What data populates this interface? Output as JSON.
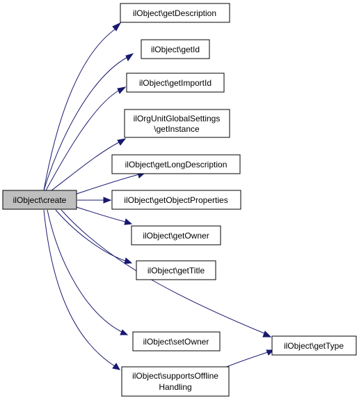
{
  "graph": {
    "root": {
      "label": "ilObject\\create"
    },
    "nodes": {
      "getDescription": "ilObject\\getDescription",
      "getId": "ilObject\\getId",
      "getImportId": "ilObject\\getImportId",
      "getInstance_line1": "ilOrgUnitGlobalSettings",
      "getInstance_line2": "\\getInstance",
      "getLongDescription": "ilObject\\getLongDescription",
      "getObjectProperties": "ilObject\\getObjectProperties",
      "getOwner": "ilObject\\getOwner",
      "getTitle": "ilObject\\getTitle",
      "setOwner": "ilObject\\setOwner",
      "supportsOffline_line1": "ilObject\\supportsOffline",
      "supportsOffline_line2": "Handling",
      "getType": "ilObject\\getType"
    },
    "edges": [
      [
        "create",
        "getDescription"
      ],
      [
        "create",
        "getId"
      ],
      [
        "create",
        "getImportId"
      ],
      [
        "create",
        "getInstance"
      ],
      [
        "create",
        "getLongDescription"
      ],
      [
        "create",
        "getObjectProperties"
      ],
      [
        "create",
        "getOwner"
      ],
      [
        "create",
        "getTitle"
      ],
      [
        "create",
        "getType"
      ],
      [
        "create",
        "setOwner"
      ],
      [
        "create",
        "supportsOfflineHandling"
      ],
      [
        "supportsOfflineHandling",
        "getType"
      ]
    ],
    "colors": {
      "edge": "#191970",
      "root_fill": "#bfbfbf",
      "node_fill": "#ffffff",
      "border": "#000000"
    }
  }
}
